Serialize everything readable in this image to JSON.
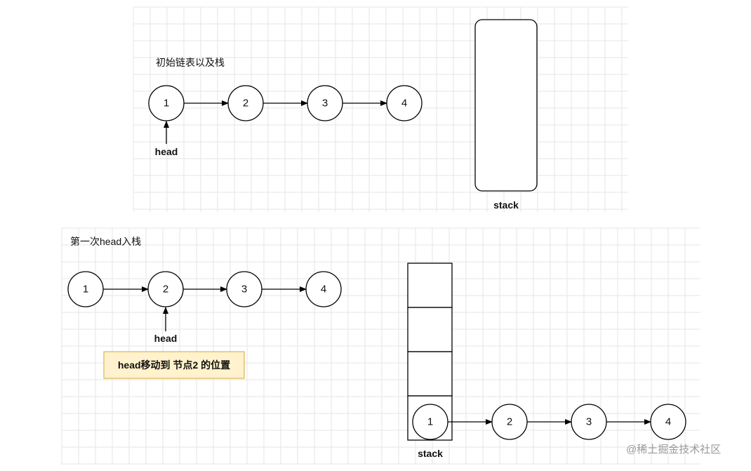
{
  "top": {
    "caption": "初始链表以及栈",
    "nodes": [
      "1",
      "2",
      "3",
      "4"
    ],
    "head_label": "head",
    "stack_label": "stack"
  },
  "bottom": {
    "caption": "第一次head入栈",
    "nodes": [
      "1",
      "2",
      "3",
      "4"
    ],
    "head_label": "head",
    "note": "head移动到 节点2 的位置",
    "stack_label": "stack",
    "stacked_nodes": [
      "1",
      "2",
      "3",
      "4"
    ]
  },
  "watermark": "@稀土掘金技术社区",
  "colors": {
    "stroke": "#000000",
    "grid": "#e6e6e6",
    "note_fill": "#fff2cc",
    "note_stroke": "#d6b656"
  }
}
